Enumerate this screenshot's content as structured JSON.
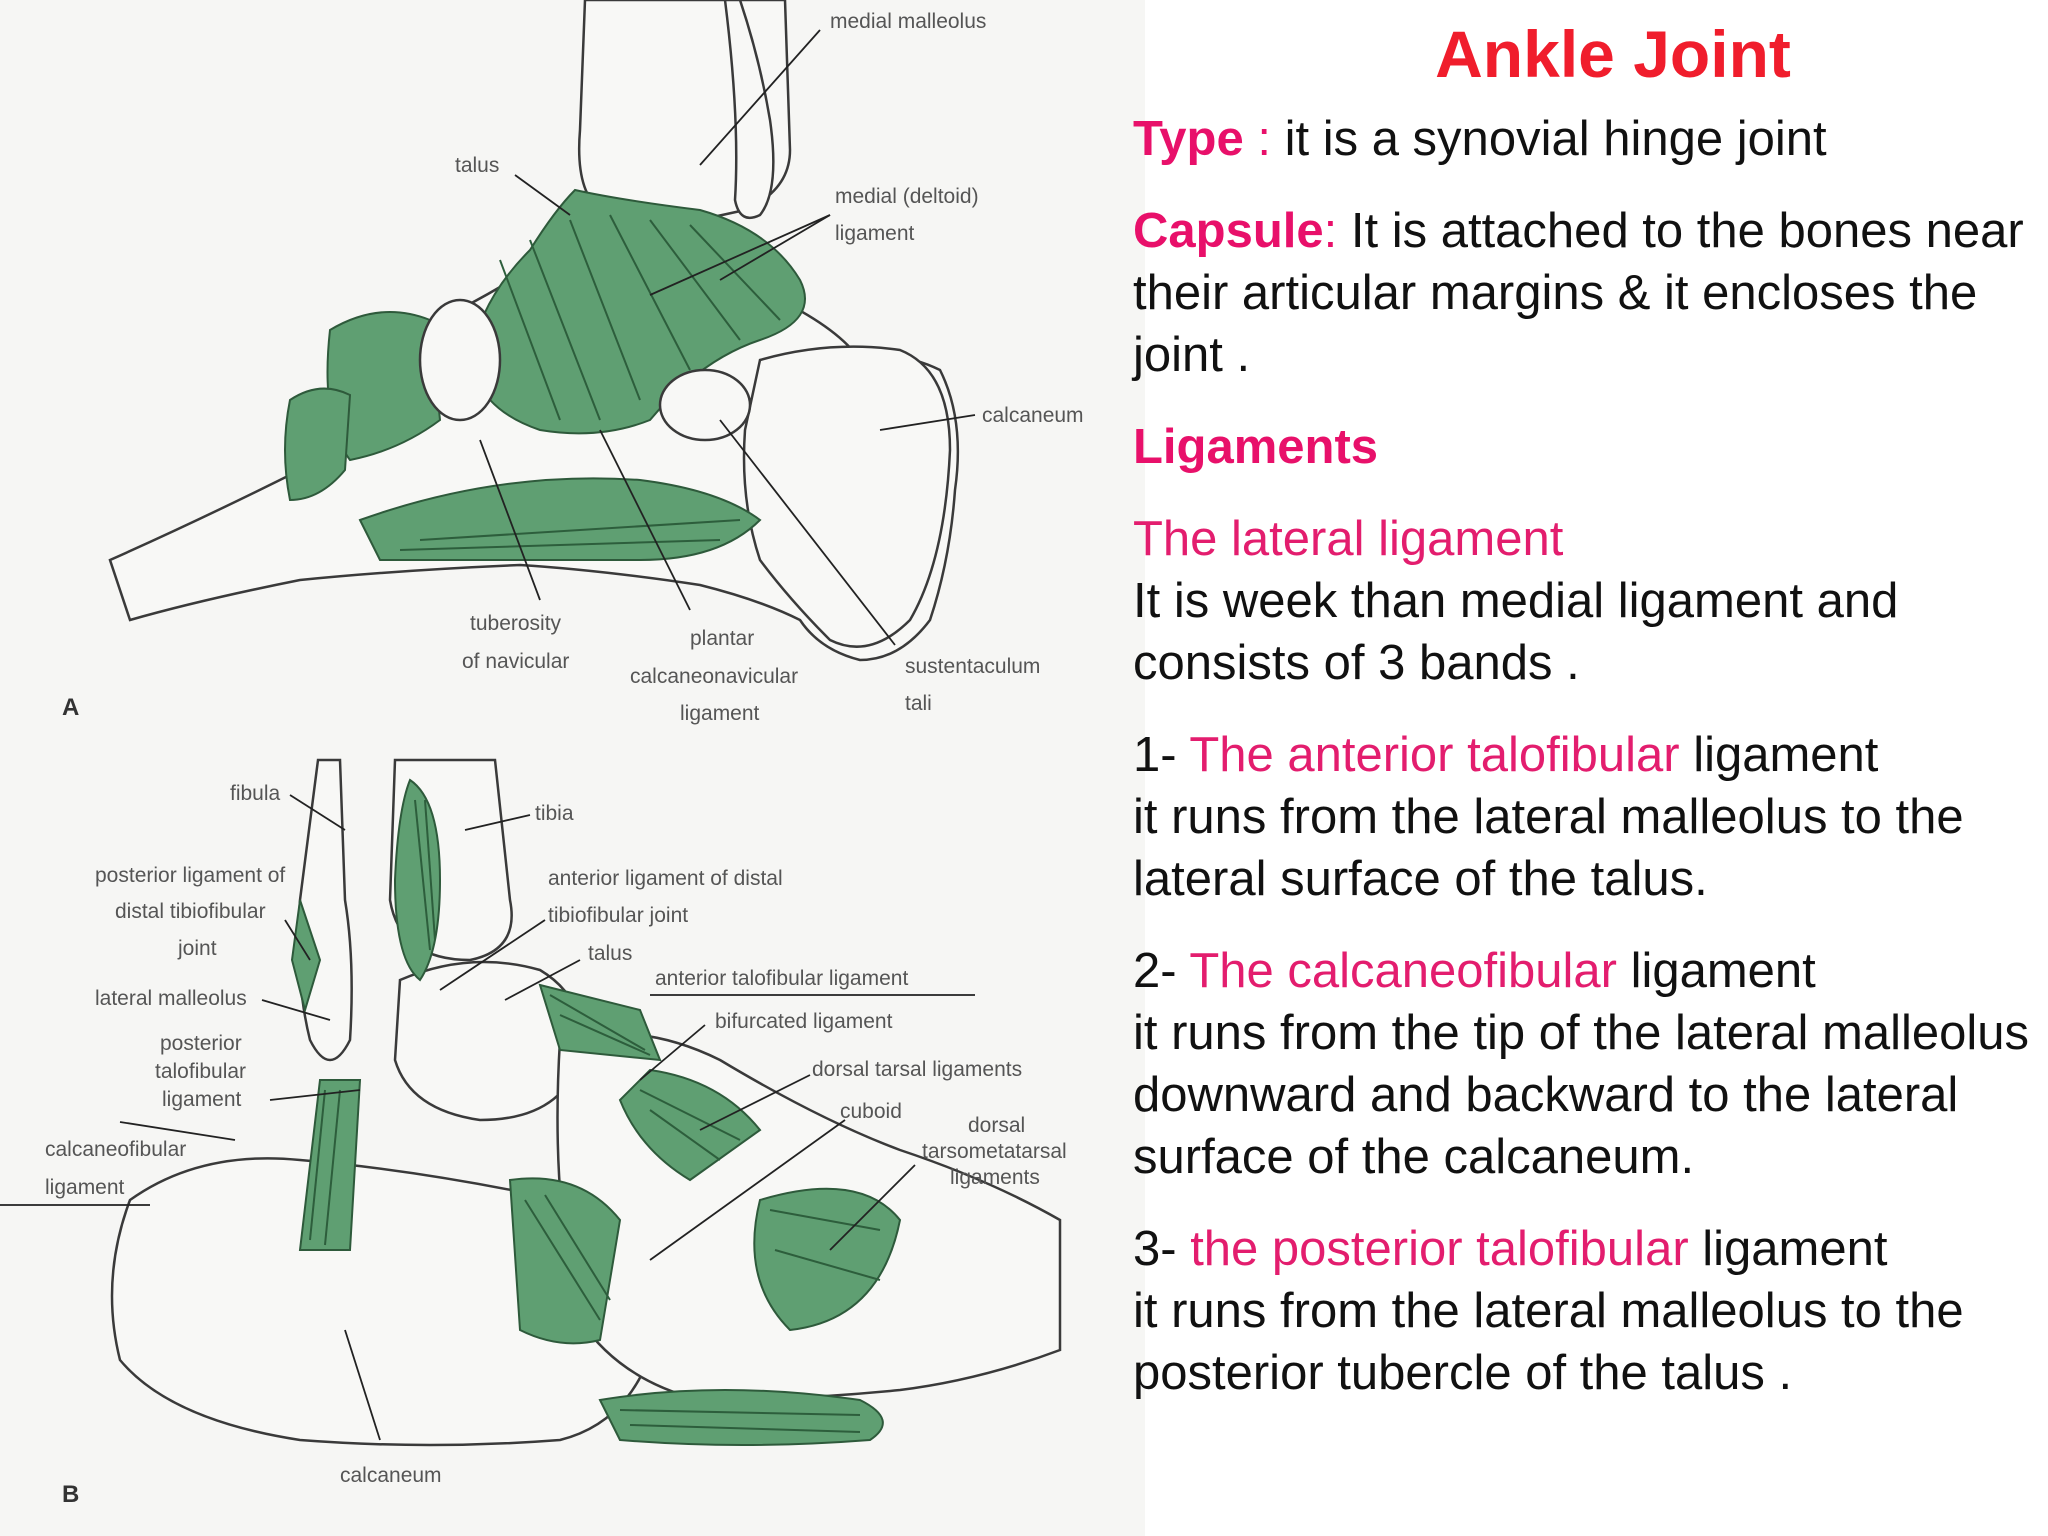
{
  "slide": {
    "title": "Ankle Joint",
    "type_label": "Type",
    "type_sep": " :",
    "type_text": " it is a synovial hinge joint",
    "capsule_label": "Capsule",
    "capsule_sep": ":",
    "capsule_text": " It is attached to the bones near their articular  margins & it encloses the joint .",
    "ligaments_heading": "Ligaments",
    "lateral_heading": "The lateral ligament",
    "lateral_text": "It is week than medial ligament and consists of 3 bands .",
    "bands": [
      {
        "num": "1- ",
        "name": "The anterior talofibular",
        "suffix": " ligament",
        "desc": "it runs from the lateral malleolus to the lateral surface of the talus."
      },
      {
        "num": "2- ",
        "name": "The calcaneofibular",
        "suffix": " ligament",
        "desc": "it runs from the tip of the lateral malleolus downward and backward to the lateral surface of the calcaneum."
      },
      {
        "num": "3- ",
        "name": "the posterior talofibular",
        "suffix": " ligament",
        "desc": "it runs from the lateral malleolus to the posterior tubercle of the talus ."
      }
    ]
  },
  "figure_a": {
    "panel_letter": "A",
    "labels": {
      "medial_malleolus": "medial malleolus",
      "talus": "talus",
      "medial_deltoid_1": "medial (deltoid)",
      "medial_deltoid_2": "ligament",
      "calcaneum": "calcaneum",
      "tuberosity_1": "tuberosity",
      "tuberosity_2": "of navicular",
      "plantar_1": "plantar",
      "plantar_2": "calcaneonavicular",
      "plantar_3": "ligament",
      "sustentaculum_1": "sustentaculum",
      "sustentaculum_2": "tali"
    }
  },
  "figure_b": {
    "panel_letter": "B",
    "labels": {
      "fibula": "fibula",
      "tibia": "tibia",
      "posterior_lig_1": "posterior ligament of",
      "posterior_lig_2": "distal tibiofibular",
      "posterior_lig_3": "joint",
      "anterior_lig_1": "anterior ligament of distal",
      "anterior_lig_2": "tibiofibular joint",
      "talus": "talus",
      "anterior_talofibular": "anterior talofibular ligament",
      "lateral_malleolus": "lateral malleolus",
      "bifurcated": "bifurcated ligament",
      "post_talofib_1": "posterior",
      "post_talofib_2": "talofibular",
      "post_talofib_3": "ligament",
      "dorsal_tarsal": "dorsal tarsal ligaments",
      "cuboid": "cuboid",
      "dorsal_tm_1": "dorsal",
      "dorsal_tm_2": "tarsometatarsal",
      "dorsal_tm_3": "ligaments",
      "calcaneofibular_1": "calcaneofibular",
      "calcaneofibular_2": "ligament",
      "calcaneum": "calcaneum"
    }
  },
  "colors": {
    "ligament_green": "#5f9f72",
    "title_red": "#f01d2c",
    "accent_pink": "#e8106a"
  }
}
